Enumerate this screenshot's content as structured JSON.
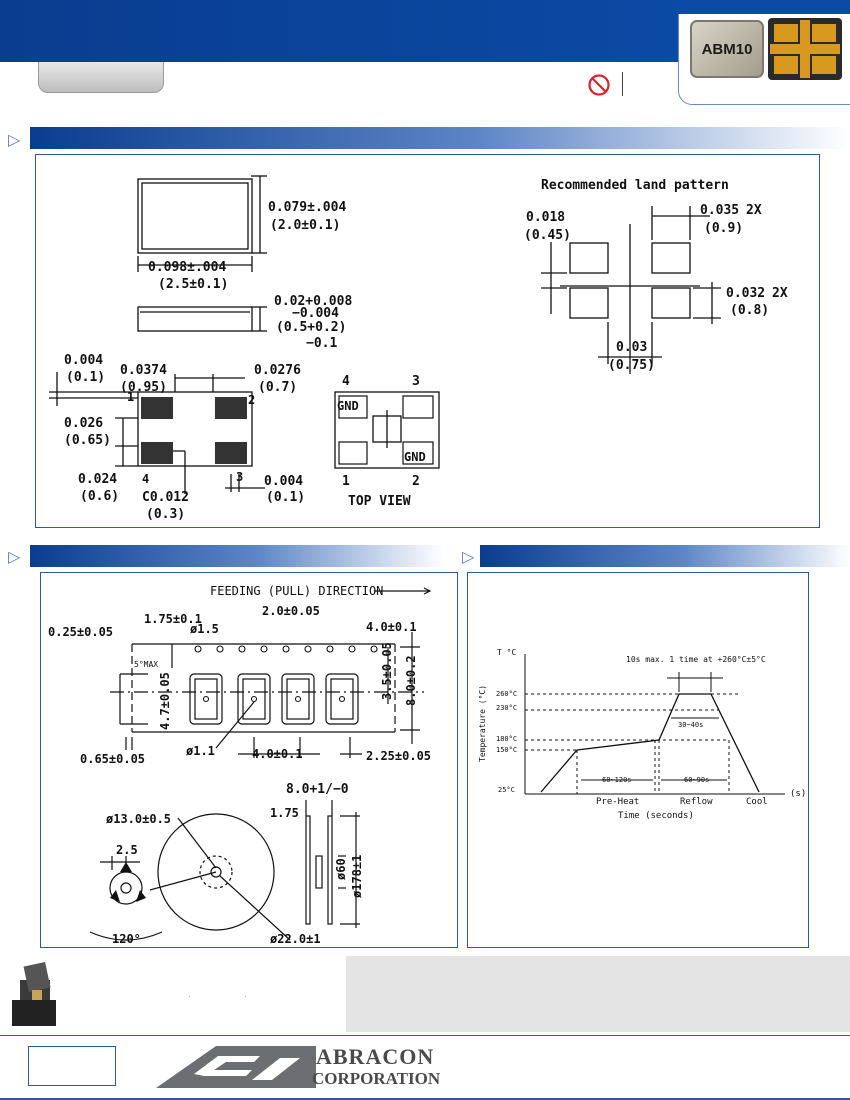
{
  "header": {
    "chip_label": "ABM10"
  },
  "dimensions": {
    "width_in": "0.079±.004",
    "width_mm": "(2.0±0.1)",
    "length_in": "0.098±.004",
    "length_mm": "(2.5±0.1)",
    "height_in_a": "0.02+0.008",
    "height_in_b": "−0.004",
    "height_mm_a": "(0.5+0.2)",
    "height_mm_b": "−0.1",
    "d1_in": "0.004",
    "d1_mm": "(0.1)",
    "d2_in": "0.0374",
    "d2_mm": "(0.95)",
    "d3_in": "0.0276",
    "d3_mm": "(0.7)",
    "d4_in": "0.026",
    "d4_mm": "(0.65)",
    "d5_in": "0.024",
    "d5_mm": "(0.6)",
    "d6_in": "C0.012",
    "d6_mm": "(0.3)",
    "d7_in": "0.004",
    "d7_mm": "(0.1)",
    "pin1": "1",
    "pin2": "2",
    "pin3": "3",
    "pin4": "4",
    "gnd": "GND",
    "top_view": "TOP VIEW"
  },
  "land_pattern": {
    "title": "Recommended land pattern",
    "a_in": "0.018",
    "a_mm": "(0.45)",
    "b_in": "0.035",
    "b_mm": "(0.9)",
    "b_mult": "2X",
    "c_in": "0.032",
    "c_mm": "(0.8)",
    "c_mult": "2X",
    "d_in": "0.03",
    "d_mm": "(0.75)"
  },
  "tape": {
    "feeding": "FEEDING (PULL) DIRECTION",
    "t1": "1.75±0.1",
    "t2": "0.25±0.05",
    "t3": "ø1.5",
    "t4": "2.0±0.05",
    "t5": "4.0±0.1",
    "t6": "5°MAX",
    "t7": "4.7±0.05",
    "t8": "3.5±0.05",
    "t9": "8.0±0.2",
    "t10": "0.65±0.05",
    "t11": "ø1.1",
    "t12": "4.0±0.1",
    "t13": "2.25±0.05",
    "r1": "8.0+1/−0",
    "r2": "ø13.0±0.5",
    "r3": "1.75",
    "r4": "2.5",
    "r5": "ø60",
    "r6": "ø178±1",
    "r7": "120°",
    "r8": "ø22.0±1"
  },
  "reflow": {
    "t_axis": "T °C",
    "y_label": "Temperature (°C)",
    "note": "10s max. 1 time at +260°C±5°C",
    "t260": "260°C",
    "t230": "230°C",
    "t180": "180°C",
    "t150": "150°C",
    "t25": "25°C",
    "p_3040": "30~40s",
    "p_60120": "60~120s",
    "p_6090": "60~90s",
    "preheat": "Pre-Heat",
    "reflow_lbl": "Reflow",
    "cool": "Cool",
    "x_unit": "(s)",
    "x_label": "Time (seconds)"
  },
  "footer": {
    "company_line1": "ABRACON",
    "company_line2": "CORPORATION",
    "dot1": "·",
    "dot2": "·"
  }
}
